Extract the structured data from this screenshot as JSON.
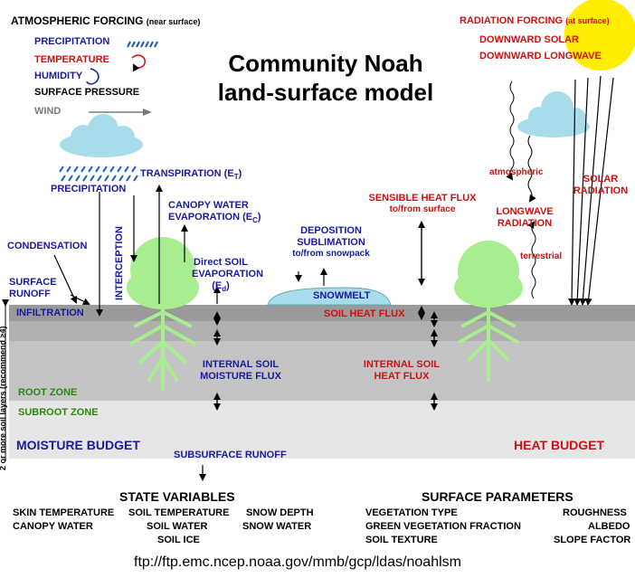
{
  "title_line1": "Community Noah",
  "title_line2": "land-surface model",
  "atmospheric_forcing": {
    "heading": "ATMOSPHERIC FORCING",
    "heading_note": "(near surface)",
    "items": {
      "precipitation": "PRECIPITATION",
      "temperature": "TEMPERATURE",
      "humidity": "HUMIDITY",
      "surface_pressure": "SURFACE PRESSURE",
      "wind": "WIND"
    }
  },
  "radiation_forcing": {
    "heading": "RADIATION FORCING",
    "heading_note": "(at surface)",
    "downward_solar": "DOWNWARD SOLAR",
    "downward_longwave": "DOWNWARD LONGWAVE"
  },
  "processes": {
    "precipitation": "PRECIPITATION",
    "transpiration": "TRANSPIRATION (E",
    "transpiration_sub": "T",
    "transpiration_end": ")",
    "canopy_water_evap_1": "CANOPY WATER",
    "canopy_water_evap_2": "EVAPORATION (E",
    "canopy_water_evap_sub": "C",
    "canopy_water_evap_end": ")",
    "condensation": "CONDENSATION",
    "interception": "INTERCEPTION",
    "direct_soil_evap_1": "Direct SOIL",
    "direct_soil_evap_2": "EVAPORATION",
    "direct_soil_evap_3": "(E",
    "direct_soil_evap_sub": "d",
    "direct_soil_evap_end": ")",
    "deposition": "DEPOSITION",
    "sublimation": "SUBLIMATION",
    "snowpack": "to/from snowpack",
    "snowmelt": "SNOWMELT",
    "surface_runoff_1": "SURFACE",
    "surface_runoff_2": "RUNOFF",
    "infiltration": "INFILTRATION",
    "sensible_heat_1": "SENSIBLE HEAT FLUX",
    "sensible_heat_2": "to/from surface",
    "atmospheric": "atmospheric",
    "longwave_1": "LONGWAVE",
    "longwave_2": "RADIATION",
    "terrestrial": "terrestrial",
    "solar_1": "SOLAR",
    "solar_2": "RADIATION",
    "soil_heat_flux": "SOIL HEAT FLUX",
    "internal_soil_moisture_1": "INTERNAL SOIL",
    "internal_soil_moisture_2": "MOISTURE FLUX",
    "internal_soil_heat_1": "INTERNAL SOIL",
    "internal_soil_heat_2": "HEAT FLUX",
    "root_zone": "ROOT ZONE",
    "subroot_zone": "SUBROOT ZONE",
    "moisture_budget": "MOISTURE BUDGET",
    "heat_budget": "HEAT BUDGET",
    "subsurface_runoff": "SUBSURFACE RUNOFF",
    "soil_layers": "2 or more soil layers (recommend ≥4)"
  },
  "state_variables": {
    "heading": "STATE VARIABLES",
    "col1": [
      "SKIN TEMPERATURE",
      "CANOPY WATER"
    ],
    "col2": [
      "SOIL TEMPERATURE",
      "SOIL WATER",
      "SOIL ICE"
    ],
    "col3": [
      "SNOW DEPTH",
      "SNOW WATER"
    ]
  },
  "surface_parameters": {
    "heading": "SURFACE PARAMETERS",
    "col1": [
      "VEGETATION TYPE",
      "GREEN VEGETATION FRACTION",
      "SOIL TEXTURE"
    ],
    "col2": [
      "ROUGHNESS",
      "ALBEDO",
      "SLOPE FACTOR"
    ]
  },
  "footer_url": "ftp://ftp.emc.ncep.noaa.gov/mmb/gcp/ldas/noahlsm",
  "colors": {
    "blue_text": "#1a1a9e",
    "red_text": "#d01010",
    "green_text": "#2a8a0a",
    "vegetation": "#a8ee90",
    "cloud": "#a8dcea",
    "sun": "#ffee00",
    "soil_top": "#9a9a9a",
    "soil_mid": "#bcbcbc",
    "soil_deep": "#e4e4e4"
  }
}
